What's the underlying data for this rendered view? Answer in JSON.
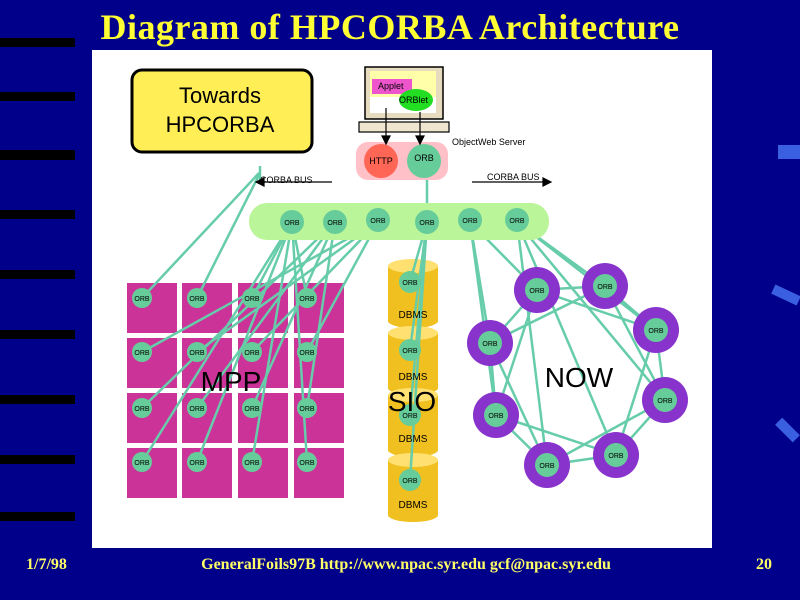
{
  "slide": {
    "title": "Diagram of HPCORBA Architecture",
    "footer_date": "1/7/98",
    "footer_center": "GeneralFoils97B http://www.npac.syr.edu gcf@npac.syr.edu",
    "page_number": "20"
  },
  "diagram": {
    "towards_box": {
      "line1": "Towards",
      "line2": "HPCORBA"
    },
    "applet_label": "Applet",
    "orblet_label": "ORBlet",
    "objectweb_label": "ObjectWeb Server",
    "http_label": "HTTP",
    "server_orb_label": "ORB",
    "corba_bus_left": "CORBA BUS",
    "corba_bus_right": "CORBA BUS",
    "orb_node_label": "ORB",
    "dbms_label": "DBMS",
    "mpp_label": "MPP",
    "sio_label": "SIO",
    "now_label": "NOW",
    "colors": {
      "bus": "#bbf59a",
      "orb_node": "#66cc99",
      "mpp_tile": "#cc3399",
      "now_node": "#8833cc",
      "dbms": "#f0c020",
      "towards_box": "#ffee55",
      "http": "#ff6655",
      "link": "#66ccaa"
    }
  }
}
